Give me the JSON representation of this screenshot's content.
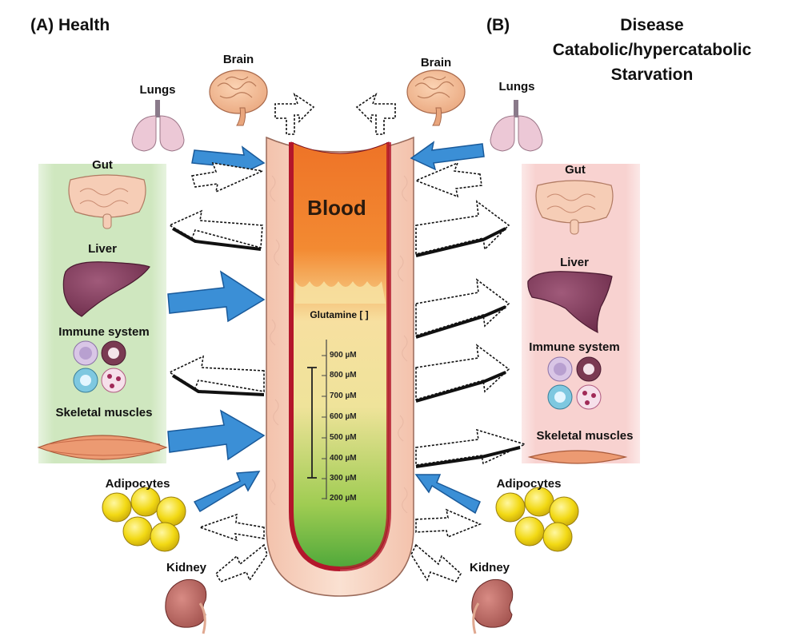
{
  "panel_a": {
    "title": "(A) Health",
    "labels": {
      "brain": "Brain",
      "lungs": "Lungs",
      "gut": "Gut",
      "liver": "Liver",
      "immune": "Immune system",
      "muscles": "Skeletal muscles",
      "adipocytes": "Adipocytes",
      "kidney": "Kidney"
    }
  },
  "panel_b": {
    "title": "(B)",
    "condition_line1": "Disease",
    "condition_line2": "Catabolic/hypercatabolic",
    "condition_line3": "Starvation",
    "labels": {
      "brain": "Brain",
      "lungs": "Lungs",
      "gut": "Gut",
      "liver": "Liver",
      "immune": "Immune system",
      "muscles": "Skeletal muscles",
      "adipocytes": "Adipocytes",
      "kidney": "Kidney"
    }
  },
  "vessel": {
    "blood_label": "Blood",
    "glutamine_label": "Glutamine [ ]",
    "scale_ticks": [
      "900 µM",
      "800 µM",
      "700 µM",
      "600 µM",
      "500 µM",
      "400 µM",
      "300 µM",
      "200 µM"
    ]
  },
  "colors": {
    "flow_arrow": "#3b8fd6",
    "health_box": "#d6ebc8",
    "disease_box": "#f7d4d2",
    "blood_top": "#f07b2a",
    "blood_bottom": "#5fb43a",
    "vessel_wall": "#f4c9b4"
  }
}
